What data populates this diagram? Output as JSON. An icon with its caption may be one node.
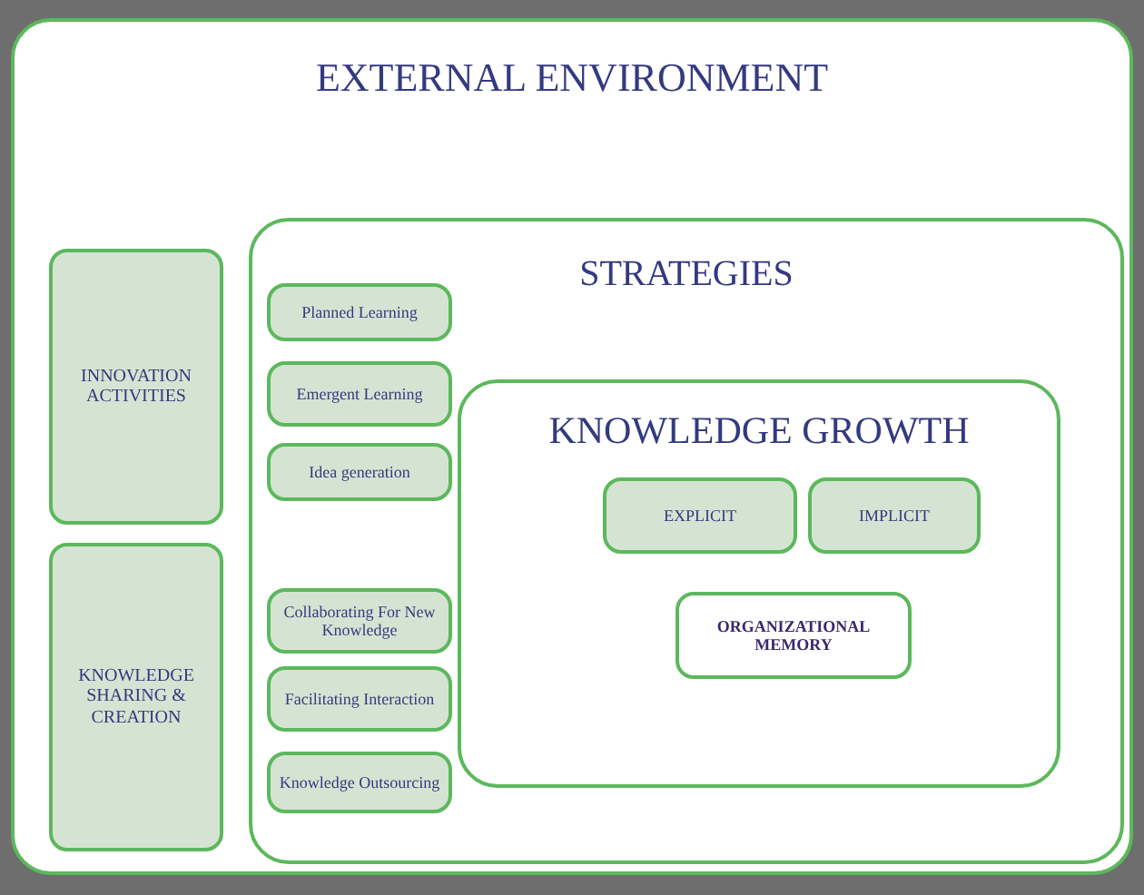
{
  "diagram": {
    "nodes": [
      {
        "text": [
          "EXTERNAL ENVIRONMENT"
        ]
      },
      {
        "text": [
          "INNOVATION ACTIVITIES"
        ],
        "in": 0
      },
      {
        "text": [
          "KNOWLEDGE SHARING & CREATION"
        ],
        "in": 0
      },
      {
        "text": [
          "STRATEGIES"
        ],
        "in": 0
      },
      {
        "text": [
          "Planned Learning"
        ],
        "in": 3
      },
      {
        "text": [
          "Emergent Learning"
        ],
        "in": 3
      },
      {
        "text": [
          "Idea generation"
        ],
        "in": 3
      },
      {
        "text": [
          "Collaborating For New Knowledge"
        ],
        "in": 3
      },
      {
        "text": [
          "Facilitating Interaction"
        ],
        "in": 3
      },
      {
        "text": [
          "Knowledge Outsourcing"
        ],
        "in": 3
      },
      {
        "text": [
          "KNOWLEDGE GROWTH"
        ],
        "in": 3
      },
      {
        "text": [
          "EXPLICIT"
        ],
        "in": 10
      },
      {
        "text": [
          "IMPLICIT"
        ],
        "in": 10
      },
      {
        "text": [
          "ORGANIZATIONAL MEMORY"
        ],
        "in": 10
      }
    ],
    "edges": []
  }
}
